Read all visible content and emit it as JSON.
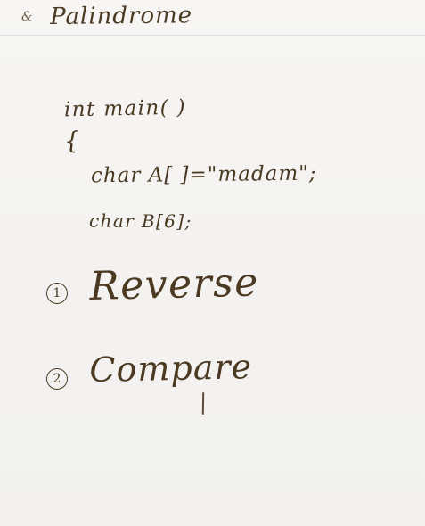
{
  "header": {
    "bullet": "&",
    "title": "Palindrome"
  },
  "code": {
    "line_1": "int main( )",
    "line_2": "{",
    "line_3": "char A[ ]=\"madam\";",
    "line_4": "char B[6];"
  },
  "steps": [
    {
      "number": "1",
      "label": "Reverse"
    },
    {
      "number": "2",
      "label": "Compare"
    }
  ]
}
